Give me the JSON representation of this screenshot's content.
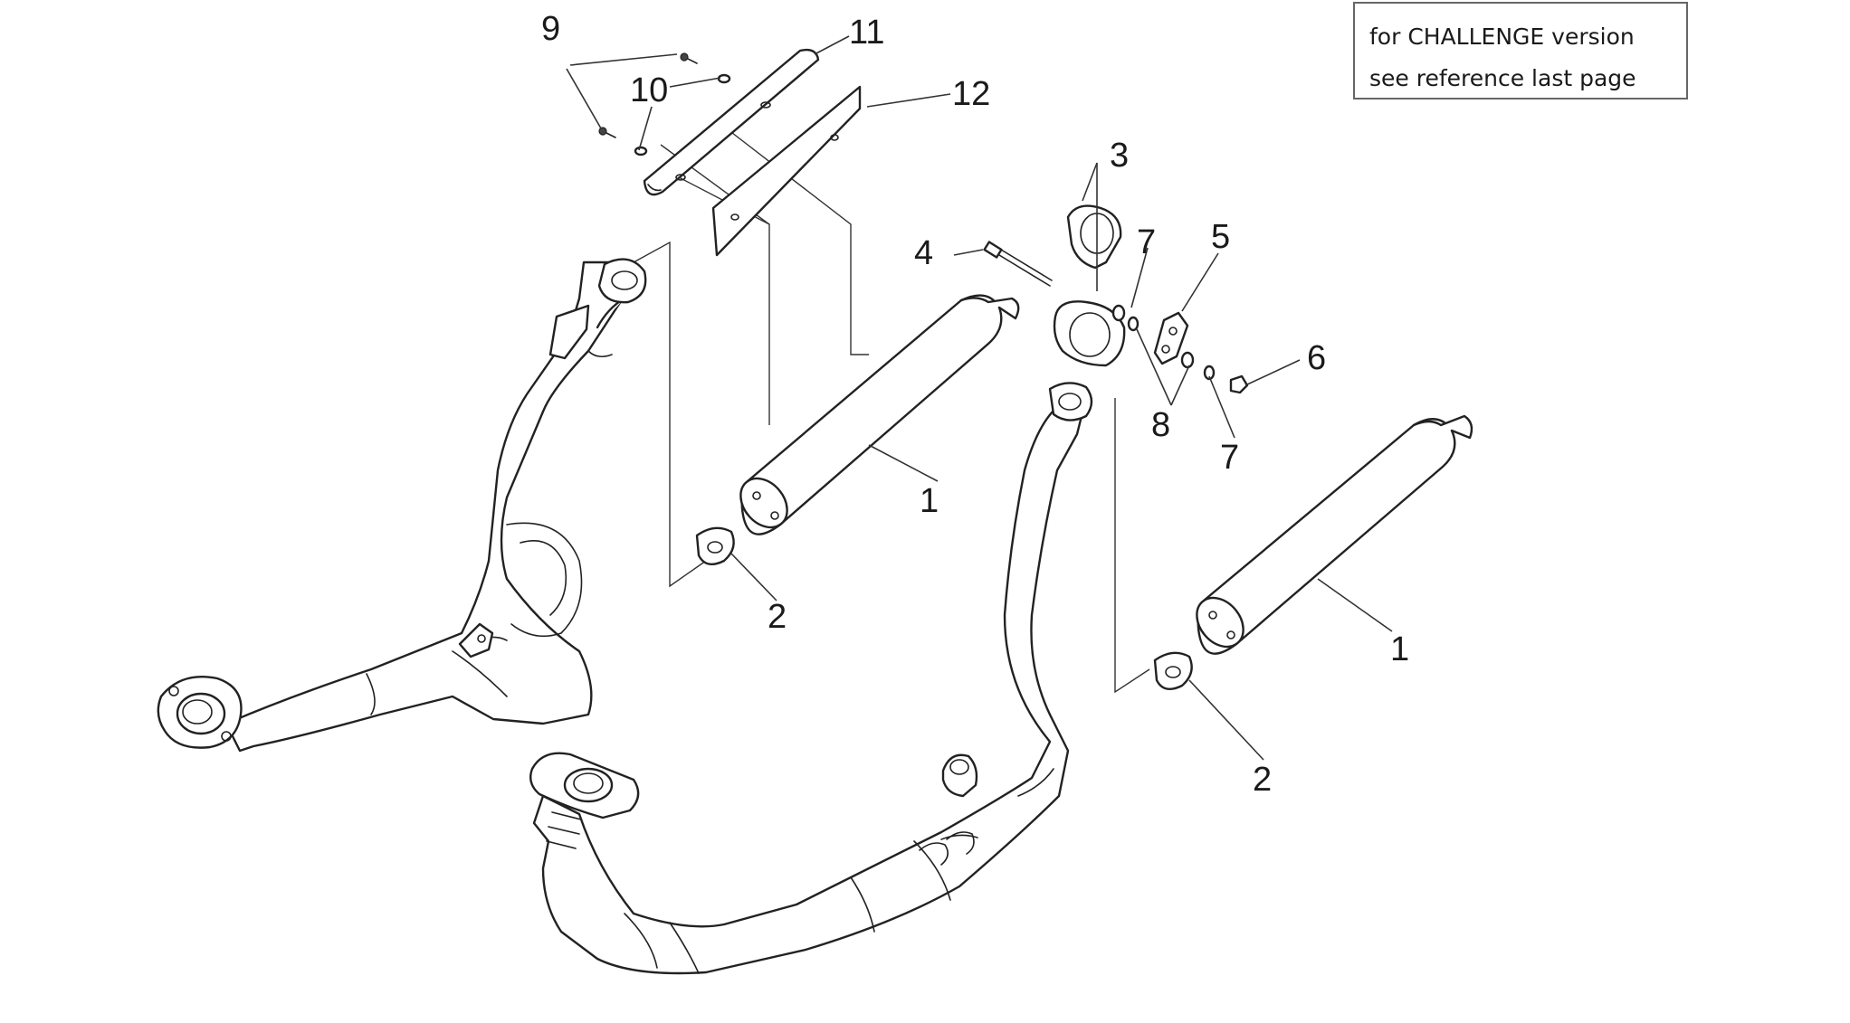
{
  "note": {
    "line1": "for CHALLENGE version",
    "line2": "see reference last page"
  },
  "callouts": {
    "c1a": "1",
    "c1b": "1",
    "c2a": "2",
    "c2b": "2",
    "c3": "3",
    "c4": "4",
    "c5": "5",
    "c6": "6",
    "c7a": "7",
    "c7b": "7",
    "c8": "8",
    "c9": "9",
    "c10": "10",
    "c11": "11",
    "c12": "12"
  }
}
